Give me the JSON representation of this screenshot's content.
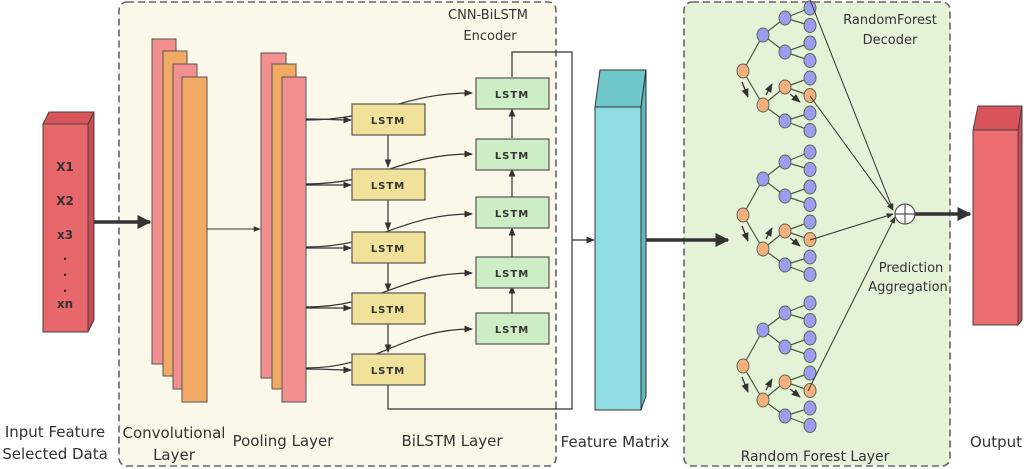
{
  "diagram": {
    "input": {
      "features": [
        "X1",
        "X2",
        "x3",
        ".",
        ".",
        ".",
        "xn"
      ],
      "label_line1": "Input Feature",
      "label_line2": "Selected Data"
    },
    "encoder": {
      "title_line1": "CNN-BiLSTM",
      "title_line2": "Encoder",
      "conv_label_line1": "Convolutional",
      "conv_label_line2": "Layer",
      "pool_label": "Pooling Layer",
      "bilstm_label": "BiLSTM  Layer",
      "forward_cells": [
        "LSTM",
        "LSTM",
        "LSTM",
        "LSTM",
        "LSTM"
      ],
      "backward_cells": [
        "LSTM",
        "LSTM",
        "LSTM",
        "LSTM",
        "LSTM"
      ]
    },
    "feature_matrix": {
      "label": "Feature Matrix"
    },
    "decoder": {
      "title_line1": "RandomForest",
      "title_line2": "Decoder",
      "aggregation_line1": "Prediction",
      "aggregation_line2": "Aggregation",
      "layer_label": "Random Forest  Layer",
      "tree_count": 3
    },
    "output": {
      "label": "Output"
    },
    "colors": {
      "input_block": "#e8676b",
      "conv_pink": "#f2908f",
      "conv_orange": "#f2a964",
      "encoder_bg": "#fbf8ea",
      "decoder_bg": "#e4f3d8",
      "lstm_forward": "#f0e29a",
      "lstm_backward": "#cdeec4",
      "feature_matrix": "#8fdde3",
      "tree_node_blue": "#9c9cf0",
      "tree_node_orange": "#f5b07e",
      "output_block": "#ec6d70"
    }
  }
}
